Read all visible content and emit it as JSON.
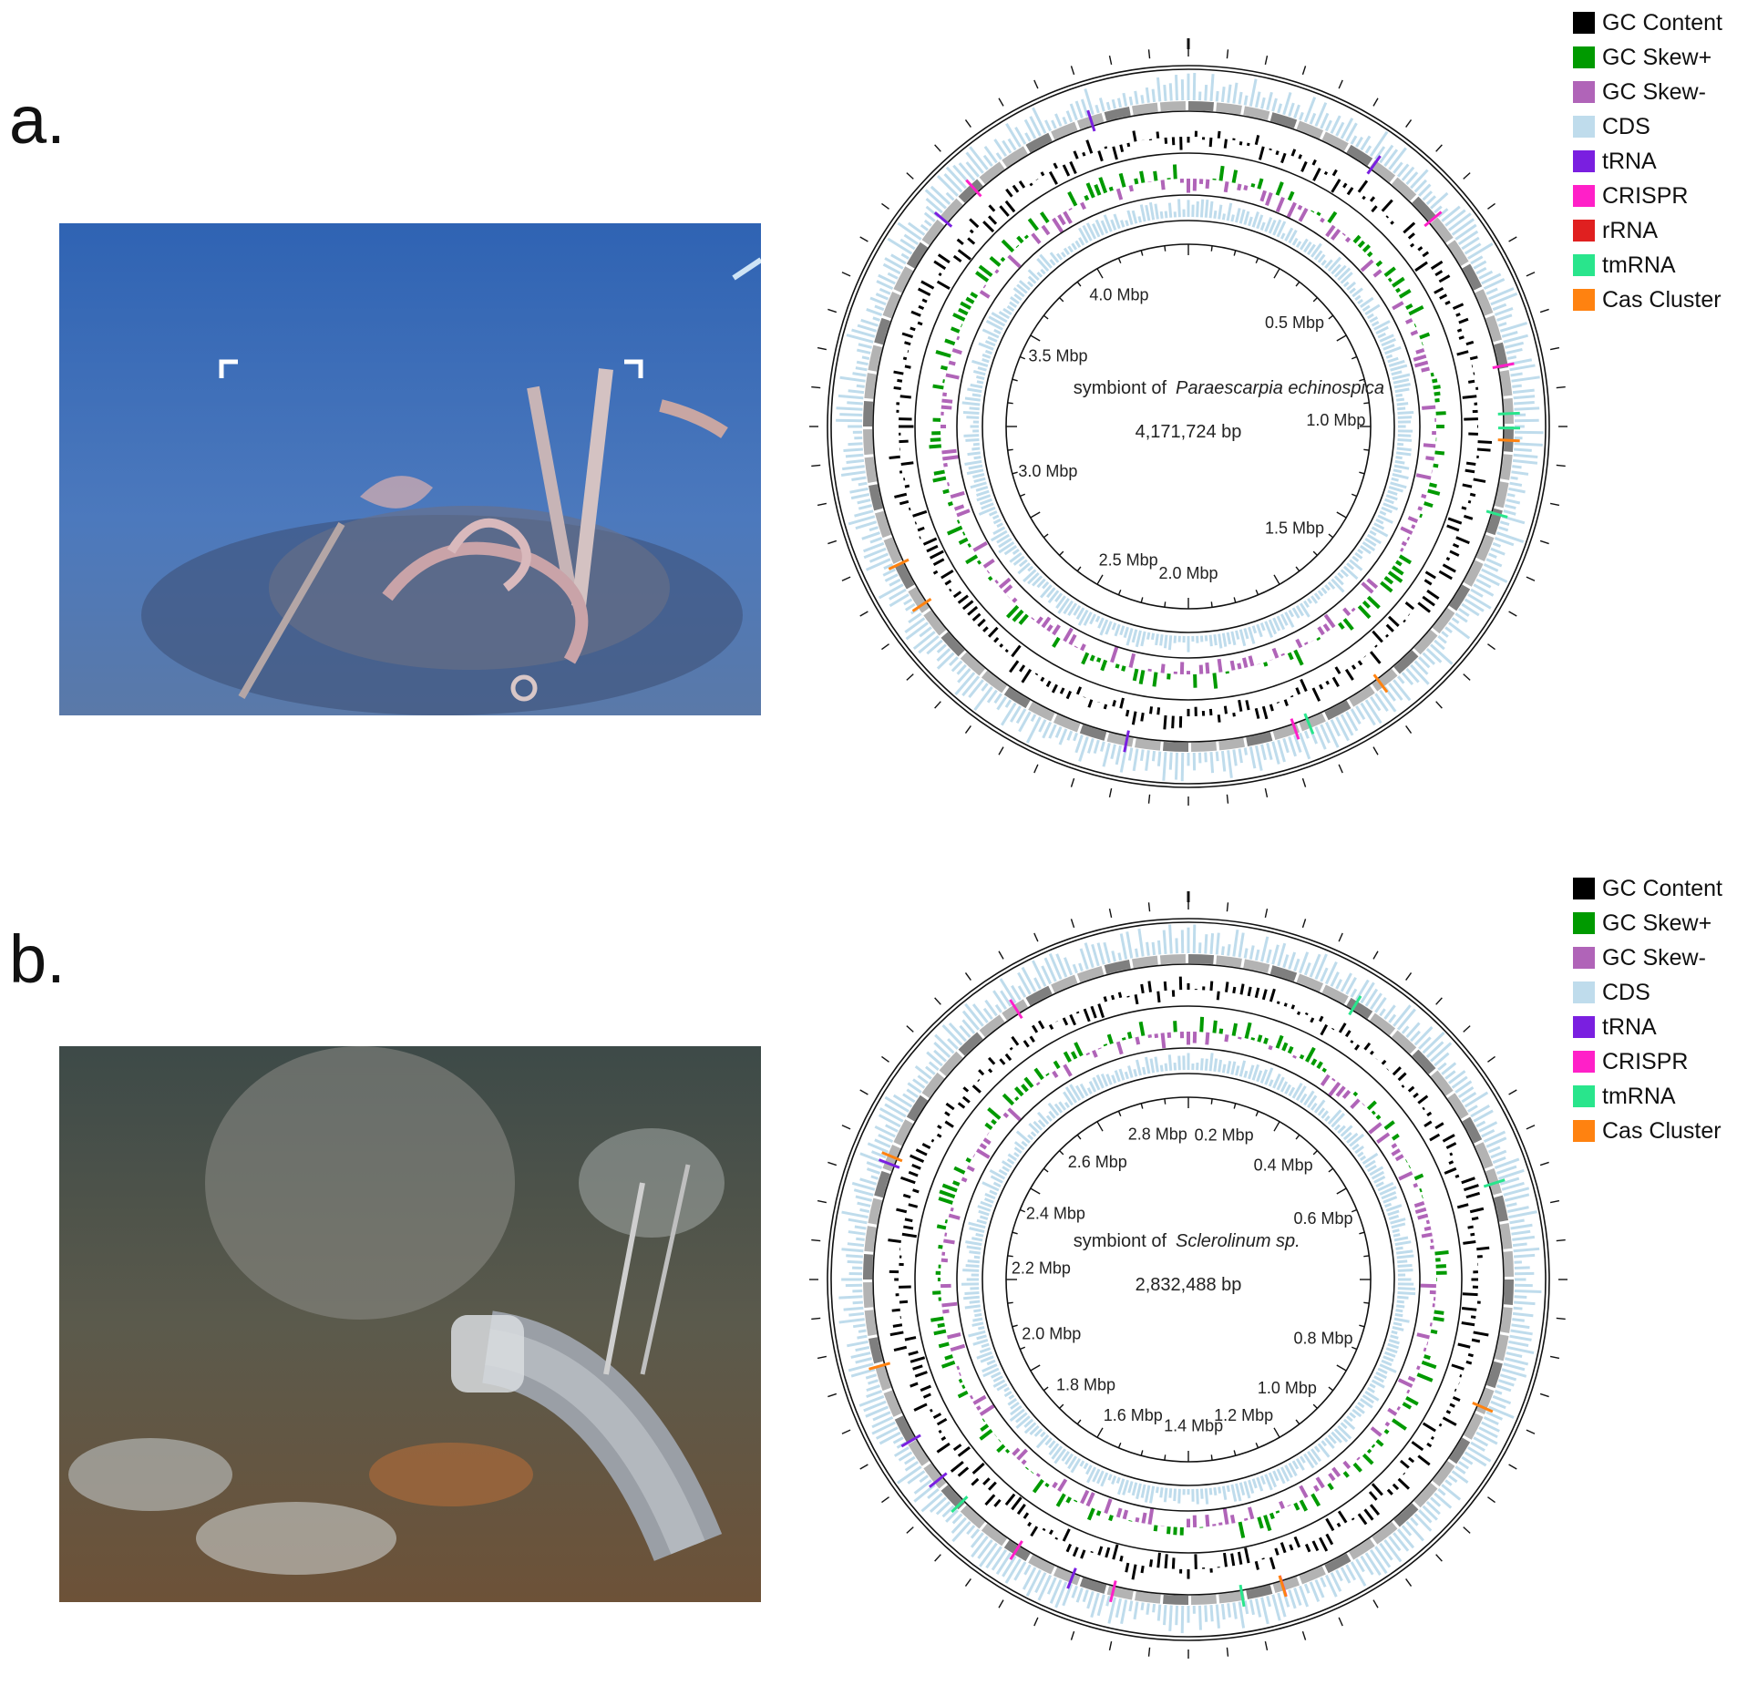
{
  "legend_colors": {
    "GC Content": "#000000",
    "GC Skew+": "#009a00",
    "GC Skew-": "#b064b8",
    "CDS": "#bfdcec",
    "tRNA": "#7a1fe0",
    "CRISPR": "#ff20c8",
    "rRNA": "#e02020",
    "tmRNA": "#29e58c",
    "Cas Cluster": "#ff8210"
  },
  "panels": [
    {
      "label": "a.",
      "photo": {
        "subject": "tubeworm-cluster-on-seafloor",
        "dominant_color": "#3c6fb8"
      },
      "genome": {
        "prefix": "symbiont of",
        "organism": "Paraescarpia echinospica",
        "size": "4,171,724 bp",
        "tick_labels": [
          "4.0 Mbp",
          "0.5 Mbp",
          "3.5 Mbp",
          "1.0 Mbp",
          "3.0 Mbp",
          "1.5 Mbp",
          "2.5 Mbp",
          "2.0 Mbp"
        ]
      },
      "legend": [
        "GC Content",
        "GC Skew+",
        "GC Skew-",
        "CDS",
        "tRNA",
        "CRISPR",
        "rRNA",
        "tmRNA",
        "Cas Cluster"
      ]
    },
    {
      "label": "b.",
      "photo": {
        "subject": "mussel-bed-with-suction-hose",
        "dominant_color": "#6b5a3c"
      },
      "genome": {
        "prefix": "symbiont of",
        "organism": "Sclerolinum sp.",
        "size": "2,832,488 bp",
        "tick_labels": [
          "2.8 Mbp",
          "0.2 Mbp",
          "2.6 Mbp",
          "0.4 Mbp",
          "2.4 Mbp",
          "0.6 Mbp",
          "2.2 Mbp",
          "2.0 Mbp",
          "0.8 Mbp",
          "1.0 Mbp",
          "1.8 Mbp",
          "1.6 Mbp",
          "1.2 Mbp",
          "1.4 Mbp"
        ]
      },
      "legend": [
        "GC Content",
        "GC Skew+",
        "GC Skew-",
        "CDS",
        "tRNA",
        "CRISPR",
        "tmRNA",
        "Cas Cluster"
      ]
    }
  ]
}
